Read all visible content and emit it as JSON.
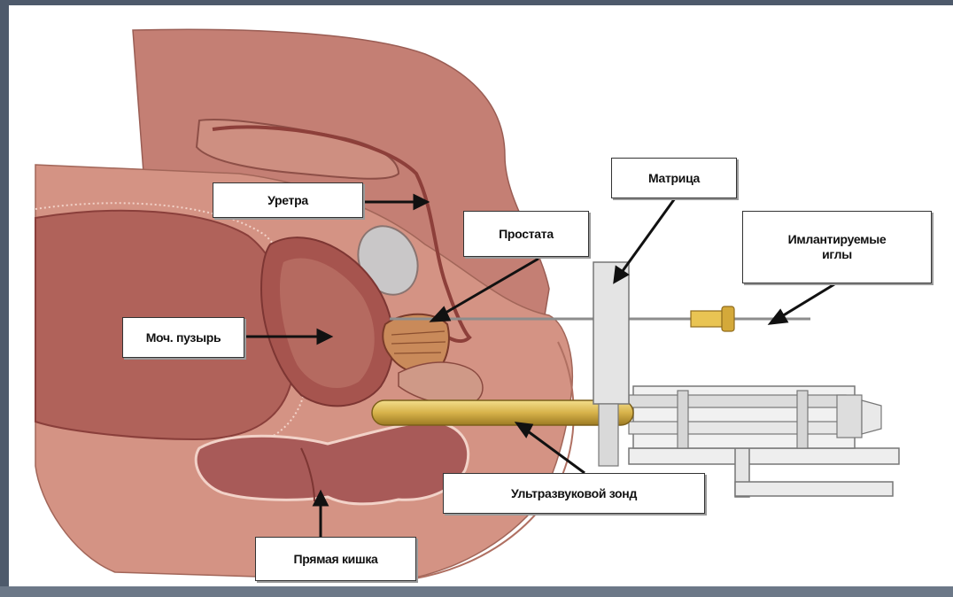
{
  "labels": {
    "urethra": "Уретра",
    "prostate": "Простата",
    "matrix": "Матрица",
    "needles": "Имлантируемые\nиглы",
    "bladder": "Моч. пузырь",
    "probe": "Ультразвуковой зонд",
    "rectum": "Прямая кишка"
  },
  "colors": {
    "tissue": "#c98a7a",
    "organ": "#a85e55",
    "probe": "#d7b24a",
    "device": "#e2e2e2"
  }
}
